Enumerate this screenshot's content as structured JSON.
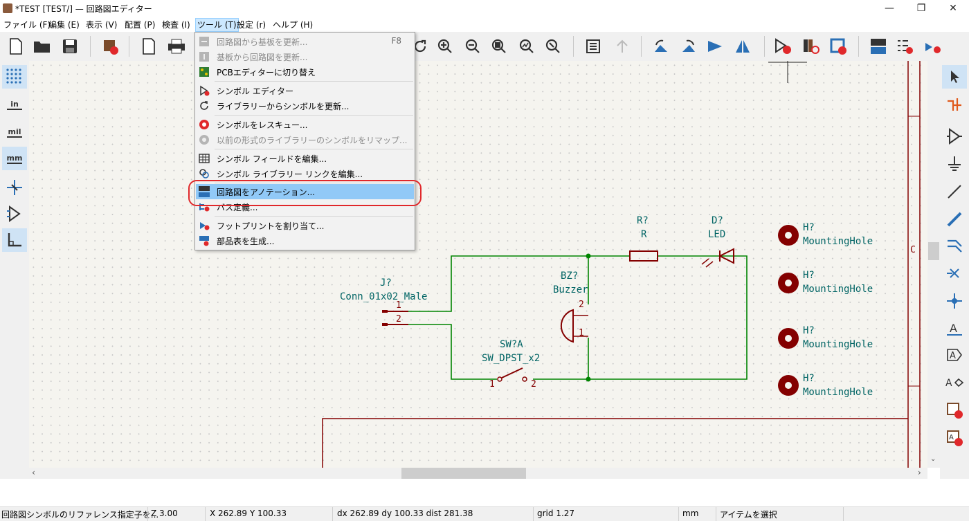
{
  "window": {
    "title": "*TEST [TEST/] — 回路図エディター",
    "min": "—",
    "max": "❐",
    "close": "✕"
  },
  "menubar": [
    {
      "label": "ファイル (F)"
    },
    {
      "label": "編集 (E)"
    },
    {
      "label": "表示 (V)"
    },
    {
      "label": "配置 (P)"
    },
    {
      "label": "検査 (I)"
    },
    {
      "label": "ツール (T)"
    },
    {
      "label": "設定 (r)"
    },
    {
      "label": "ヘルプ (H)"
    }
  ],
  "tools_menu": {
    "items": [
      {
        "label": "回路図から基板を更新...",
        "shortcut": "F8",
        "disabled": true,
        "icon": "update-pcb-icon"
      },
      {
        "label": "基板から回路図を更新...",
        "disabled": true,
        "icon": "update-schematic-icon"
      },
      {
        "label": "PCBエディターに切り替え",
        "icon": "pcb-editor-icon"
      },
      {
        "label": "シンボル エディター",
        "icon": "symbol-editor-icon"
      },
      {
        "label": "ライブラリーからシンボルを更新...",
        "icon": "refresh-icon"
      },
      {
        "label": "シンボルをレスキュー...",
        "icon": "rescue-icon"
      },
      {
        "label": "以前の形式のライブラリーのシンボルをリマップ...",
        "disabled": true,
        "icon": "remap-icon"
      },
      {
        "label": "シンボル フィールドを編集...",
        "icon": "table-icon"
      },
      {
        "label": "シンボル ライブラリー リンクを編集...",
        "icon": "link-icon"
      },
      {
        "label": "回路図をアノテーション...",
        "highlighted": true,
        "icon": "annotate-icon"
      },
      {
        "label": "バス定義...",
        "icon": "bus-icon"
      },
      {
        "label": "フットプリントを割り当て...",
        "icon": "footprint-icon"
      },
      {
        "label": "部品表を生成...",
        "icon": "bom-icon"
      }
    ]
  },
  "left_toolbar": {
    "in": "in",
    "mil": "mil",
    "mm": "mm"
  },
  "schematic": {
    "r_ref": "R?",
    "r_val": "R",
    "d_ref": "D?",
    "d_val": "LED",
    "j_ref": "J?",
    "j_val": "Conn_01x02_Male",
    "bz_ref": "BZ?",
    "bz_val": "Buzzer",
    "sw_ref": "SW?A",
    "sw_val": "SW_DPST_x2",
    "h_ref": "H?",
    "h_val": "MountingHole",
    "sheet_letter": "C",
    "pins": {
      "j1": "1",
      "j2": "2",
      "bz2": "2",
      "bz1": "1",
      "sw1": "1",
      "sw2": "2"
    }
  },
  "statusbar": {
    "message": "回路図シンボルのリファレンス指定子を...",
    "zoom": "Z 3.00",
    "xy": "X 262.89  Y 100.33",
    "delta": "dx 262.89  dy 100.33  dist 281.38",
    "grid": "grid 1.27",
    "units": "mm",
    "mode": "アイテムを選択"
  },
  "colors": {
    "wire": "#008400",
    "symbol": "#840000",
    "text": "#006464",
    "highlight": "#91c9f7",
    "ring": "#e0282b"
  }
}
